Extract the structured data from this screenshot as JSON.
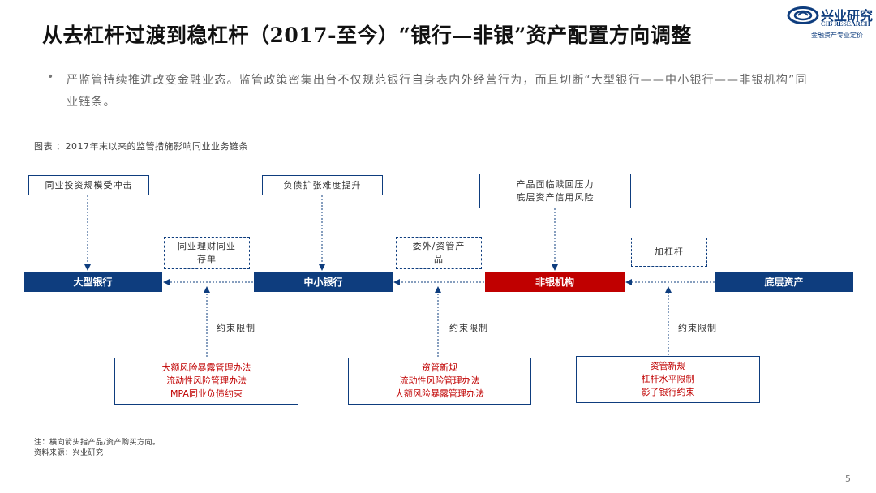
{
  "title": "从去杠杆过渡到稳杠杆（2017-至今）“银行—非银”资产配置方向调整",
  "logo": {
    "name": "兴业研究",
    "en": "CIB RESEARCH",
    "sub": "金融资产专业定价"
  },
  "bullet": "严监管持续推进改变金融业态。监管政策密集出台不仅规范银行自身表内外经营行为，而且切断“大型银行——中小银行——非银机构”同业链条。",
  "caption": "图表 ：2017年末以来的监管措施影响同业业务链条",
  "nodes": {
    "big_bank": "大型银行",
    "small_bank": "中小银行",
    "nonbank": "非银机构",
    "base_asset": "底层资产"
  },
  "top_notes": {
    "big_bank": "同业投资规模受冲击",
    "small_bank": "负债扩张难度提升",
    "nonbank": [
      "产品面临赎回压力",
      "底层资产信用风险"
    ]
  },
  "mid_labels": {
    "interbank": [
      "同业理财同业",
      "存单"
    ],
    "entrusted": [
      "委外/资管产",
      "品"
    ],
    "leverage": "加杠杆"
  },
  "constraints": {
    "left": "约束限制",
    "middle": "约束限制",
    "right": "约束限制"
  },
  "regulations": {
    "left": [
      "大额风险暴露管理办法",
      "流动性风险管理办法",
      "MPA同业负债约束"
    ],
    "middle": [
      "资管新规",
      "流动性风险管理办法",
      "大额风险暴露管理办法"
    ],
    "right": [
      "资管新规",
      "杠杆水平限制",
      "影子银行约束"
    ]
  },
  "footnotes": {
    "note": "注：横向箭头指产品/资产购买方向。",
    "source": "资料来源：兴业研究"
  },
  "page_number": "5",
  "colors": {
    "navy": "#0e3d7e",
    "red": "#c00000"
  }
}
